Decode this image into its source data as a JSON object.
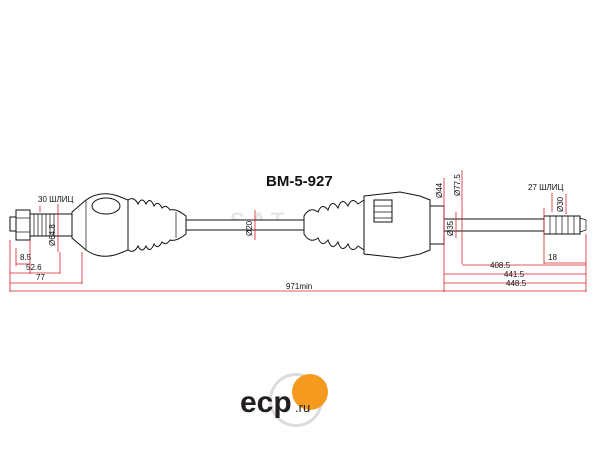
{
  "part_number": "BM-5-927",
  "spline_left": "30 ШЛИЦ",
  "spline_right": "27 ШЛИЦ",
  "dim_left_diameter": "Ø64.8",
  "dim_shaft_diameter": "Ø20",
  "dim_d44": "Ø44",
  "dim_d77": "Ø77.5",
  "dim_d35": "Ø35",
  "dim_d30": "Ø30",
  "dim_8_5": "8.5",
  "dim_52_6": "52.6",
  "dim_77": "77",
  "dim_408_5": "408.5",
  "dim_441_5": "441.5",
  "dim_448_5": "448.5",
  "dim_18": "18",
  "dim_total": "971min",
  "watermark": "SAT",
  "logo_text": "ecp",
  "logo_domain": ".ru",
  "colors": {
    "dimension_lines": "#d8202a",
    "logo_orange": "#f49a1f",
    "logo_gray": "#dcdcdc"
  }
}
